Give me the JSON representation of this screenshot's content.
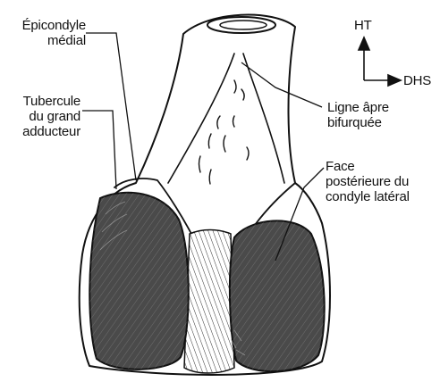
{
  "labels": {
    "epicondyle": [
      "Épicondyle",
      "médial"
    ],
    "tubercle": [
      "Tubercule",
      "du grand",
      "adducteur"
    ],
    "ligne": [
      "Ligne âpre",
      "bifurquée"
    ],
    "face": [
      "Face",
      "postérieure du",
      "condyle latéral"
    ]
  },
  "orientation": {
    "up": "HT",
    "right": "DHS"
  }
}
